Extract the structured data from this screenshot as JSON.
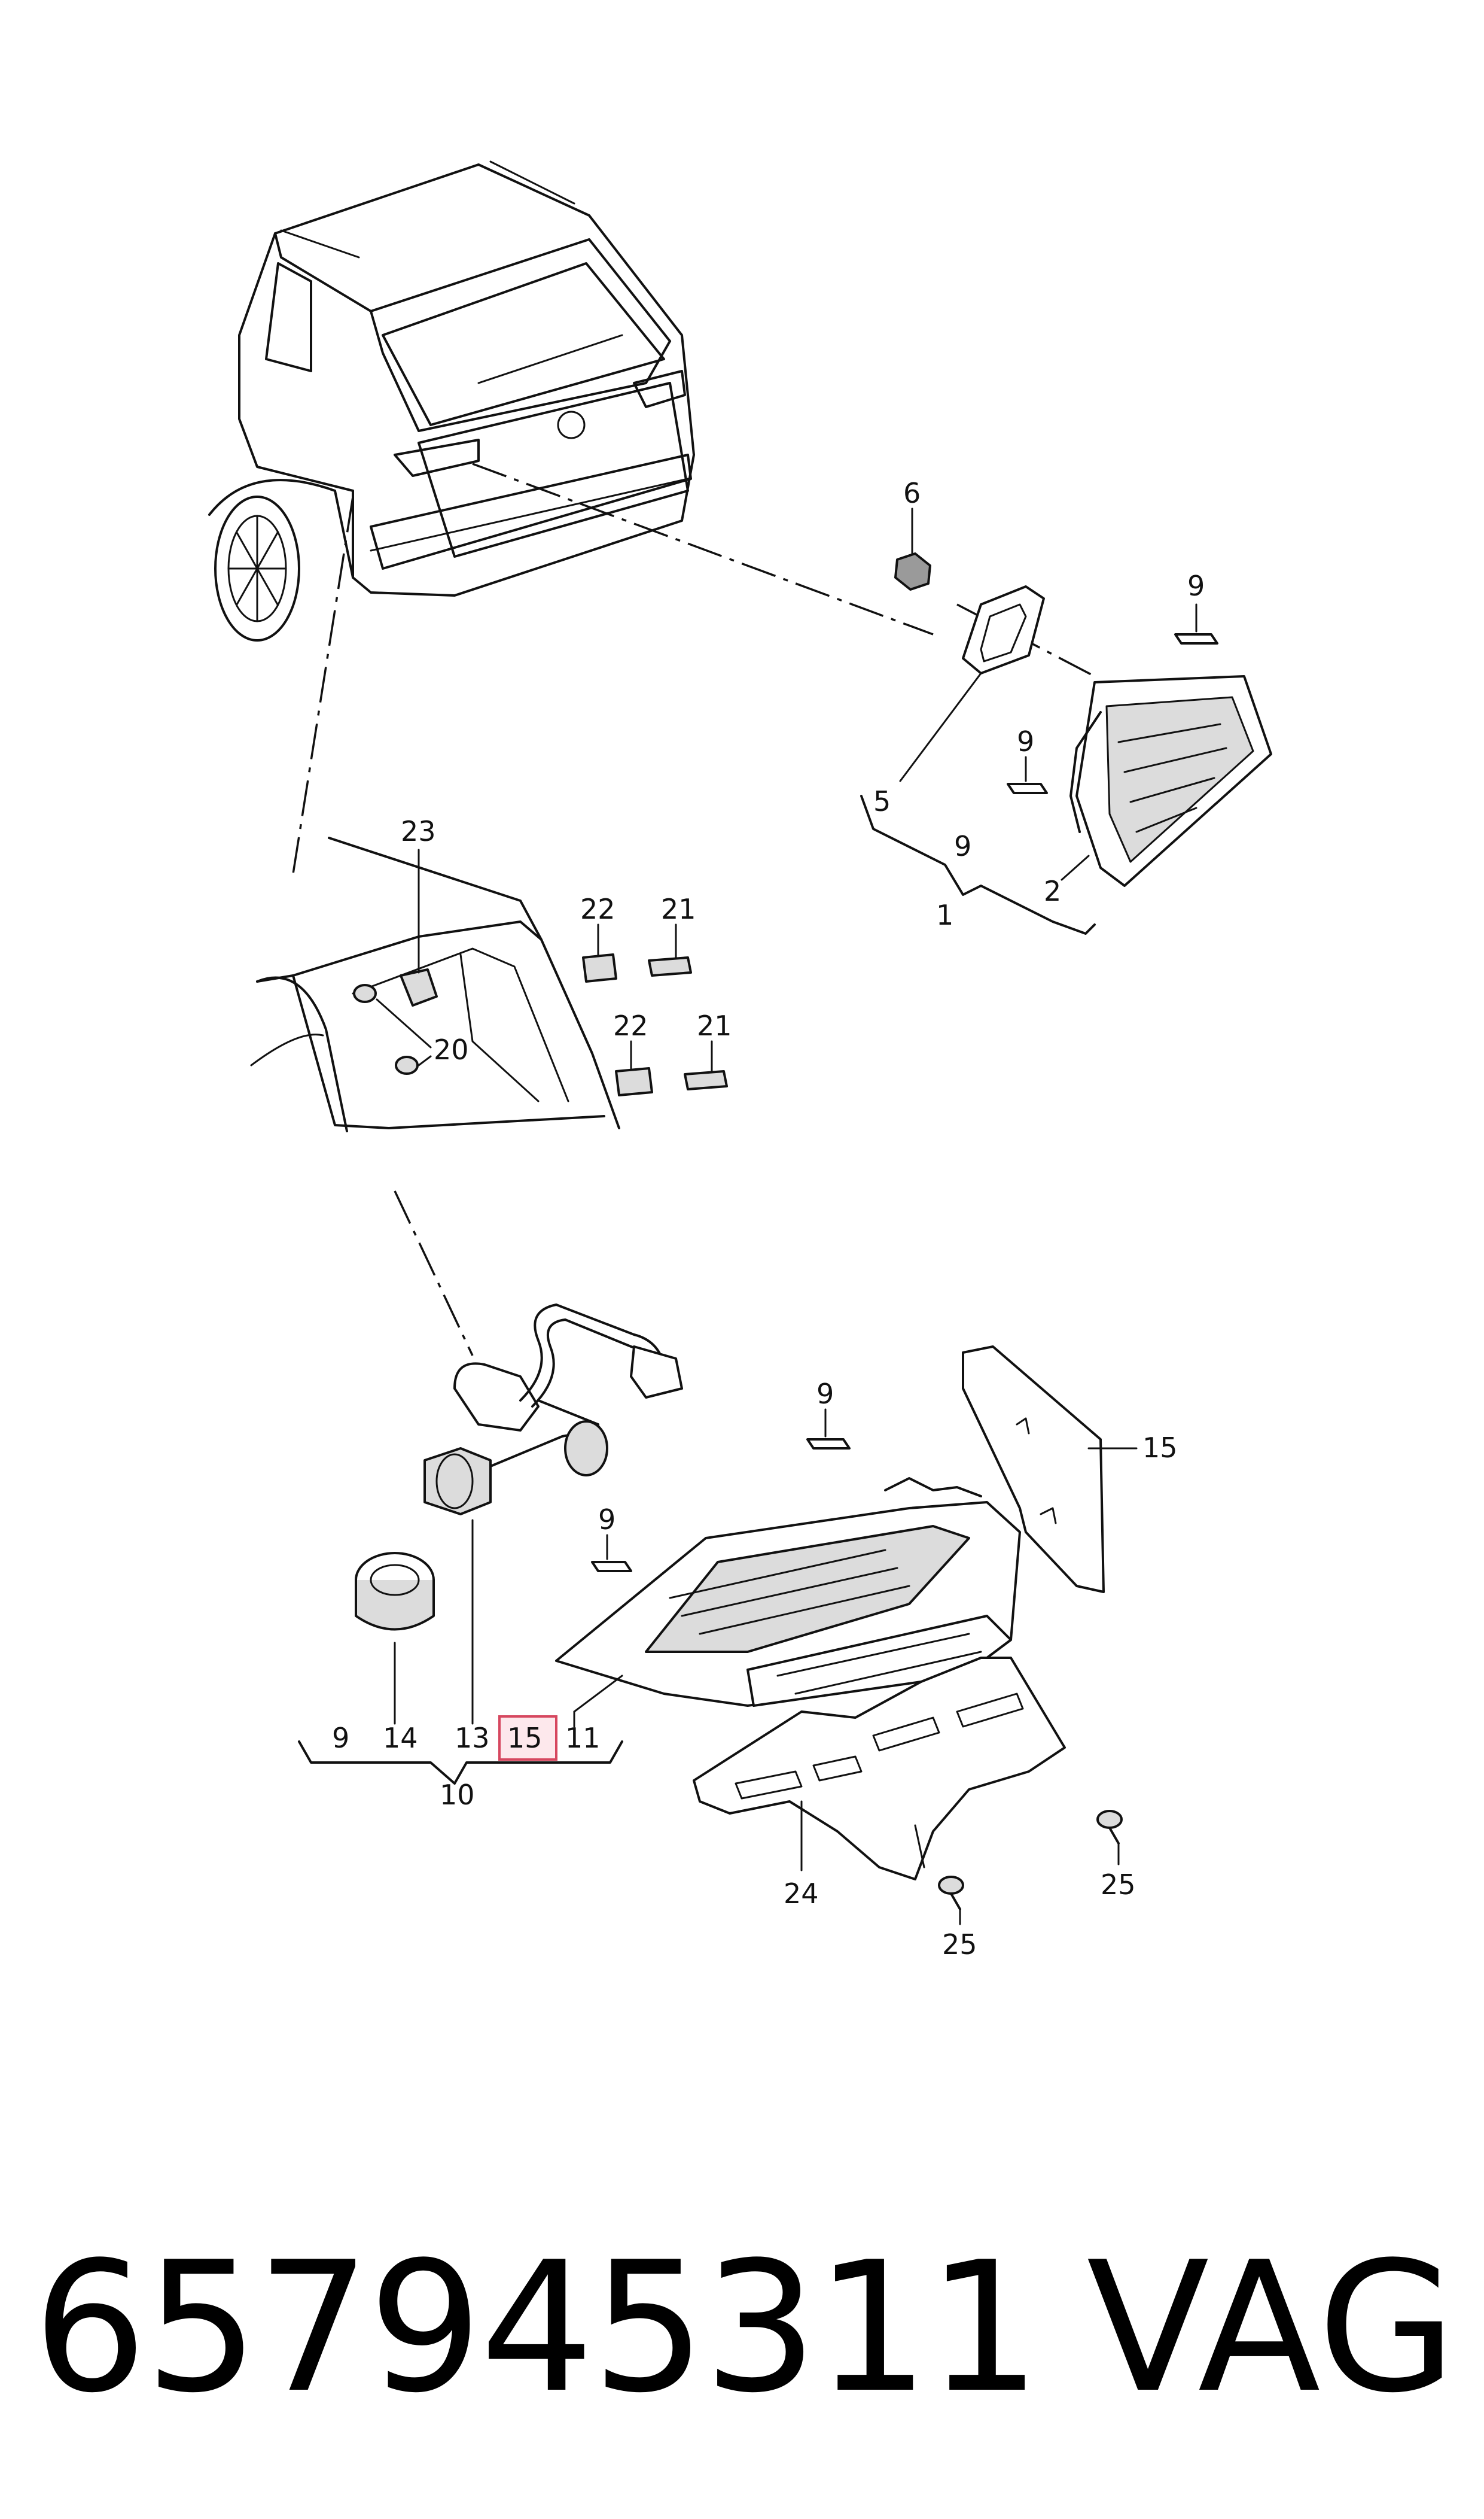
{
  "callouts": {
    "c1": "1",
    "c2": "2",
    "c5": "5",
    "c6": "6",
    "c9a": "9",
    "c9b": "9",
    "c9c": "9",
    "c9d": "9",
    "c9e": "9",
    "c9f": "9",
    "c10": "10",
    "c11": "11",
    "c13": "13",
    "c14": "14",
    "c15a": "15",
    "c15b": "15",
    "c20": "20",
    "c21a": "21",
    "c21b": "21",
    "c22a": "22",
    "c22b": "22",
    "c23": "23",
    "c24": "24",
    "c25a": "25",
    "c25b": "25"
  },
  "highlight": {
    "callout": "15",
    "color": "#d6475f"
  },
  "footer": {
    "part_number": "657945311",
    "brand": "VAG"
  }
}
